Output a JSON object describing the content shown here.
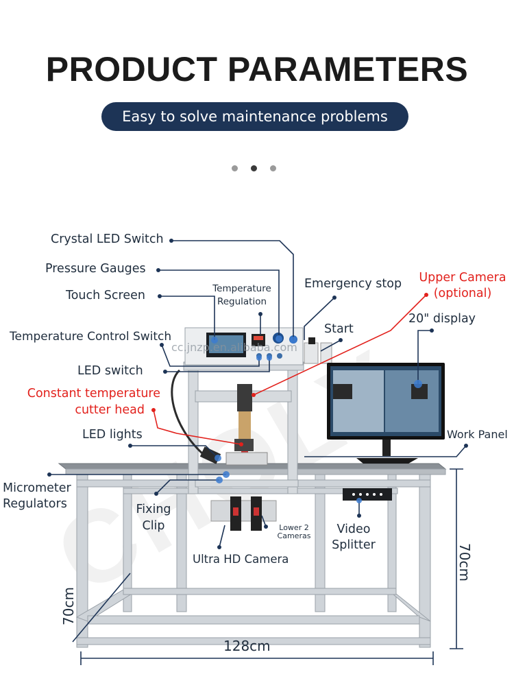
{
  "header": {
    "title": "PRODUCT PARAMETERS",
    "subtitle": "Easy to solve maintenance problems"
  },
  "carousel": {
    "count": 3,
    "active_index": 1
  },
  "labels": {
    "crystal_led_switch": "Crystal LED Switch",
    "pressure_gauges": "Pressure Gauges",
    "touch_screen": "Touch Screen",
    "temperature_regulation_1": "Temperature",
    "temperature_regulation_2": "Regulation",
    "emergency_stop": "Emergency stop",
    "upper_camera_1": "Upper Camera",
    "upper_camera_2": "(optional)",
    "start": "Start",
    "display": "20\" display",
    "temperature_control_switch": "Temperature Control Switch",
    "led_switch": "LED switch",
    "constant_temp_1": "Constant temperature",
    "constant_temp_2": "cutter head",
    "led_lights": "LED lights",
    "work_panel": "Work Panel",
    "micrometer_1": "Micrometer",
    "micrometer_2": "Regulators",
    "fixing_1": "Fixing",
    "fixing_2": "Clip",
    "lower_cameras_1": "Lower 2",
    "lower_cameras_2": "Cameras",
    "video_1": "Video",
    "video_2": "Splitter",
    "ultra_hd_camera": "Ultra HD Camera"
  },
  "dimensions": {
    "width": "128cm",
    "height": "70cm",
    "depth": "70cm"
  },
  "watermark": {
    "url": "cc.jnzp.en.alibaba.com",
    "brand": "CHOLY"
  },
  "colors": {
    "accent_navy": "#1d3456",
    "highlight_red": "#e2211c",
    "frame_silver": "#c9ced3"
  }
}
